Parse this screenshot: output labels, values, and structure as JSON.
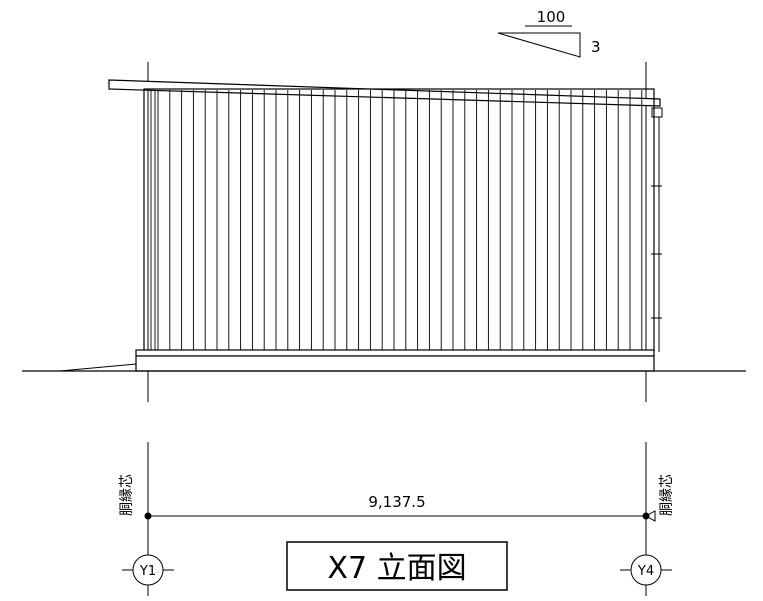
{
  "slope": {
    "run": "100",
    "rise": "3"
  },
  "dimension": {
    "value": "9,137.5"
  },
  "left_marker": {
    "vertical_label": "胴縁芯",
    "grid_label": "Y1"
  },
  "right_marker": {
    "vertical_label": "胴縁芯",
    "grid_label": "Y4"
  },
  "drawing_title": "X7 立面図",
  "colors": {
    "line": "#000000",
    "background": "#ffffff"
  }
}
